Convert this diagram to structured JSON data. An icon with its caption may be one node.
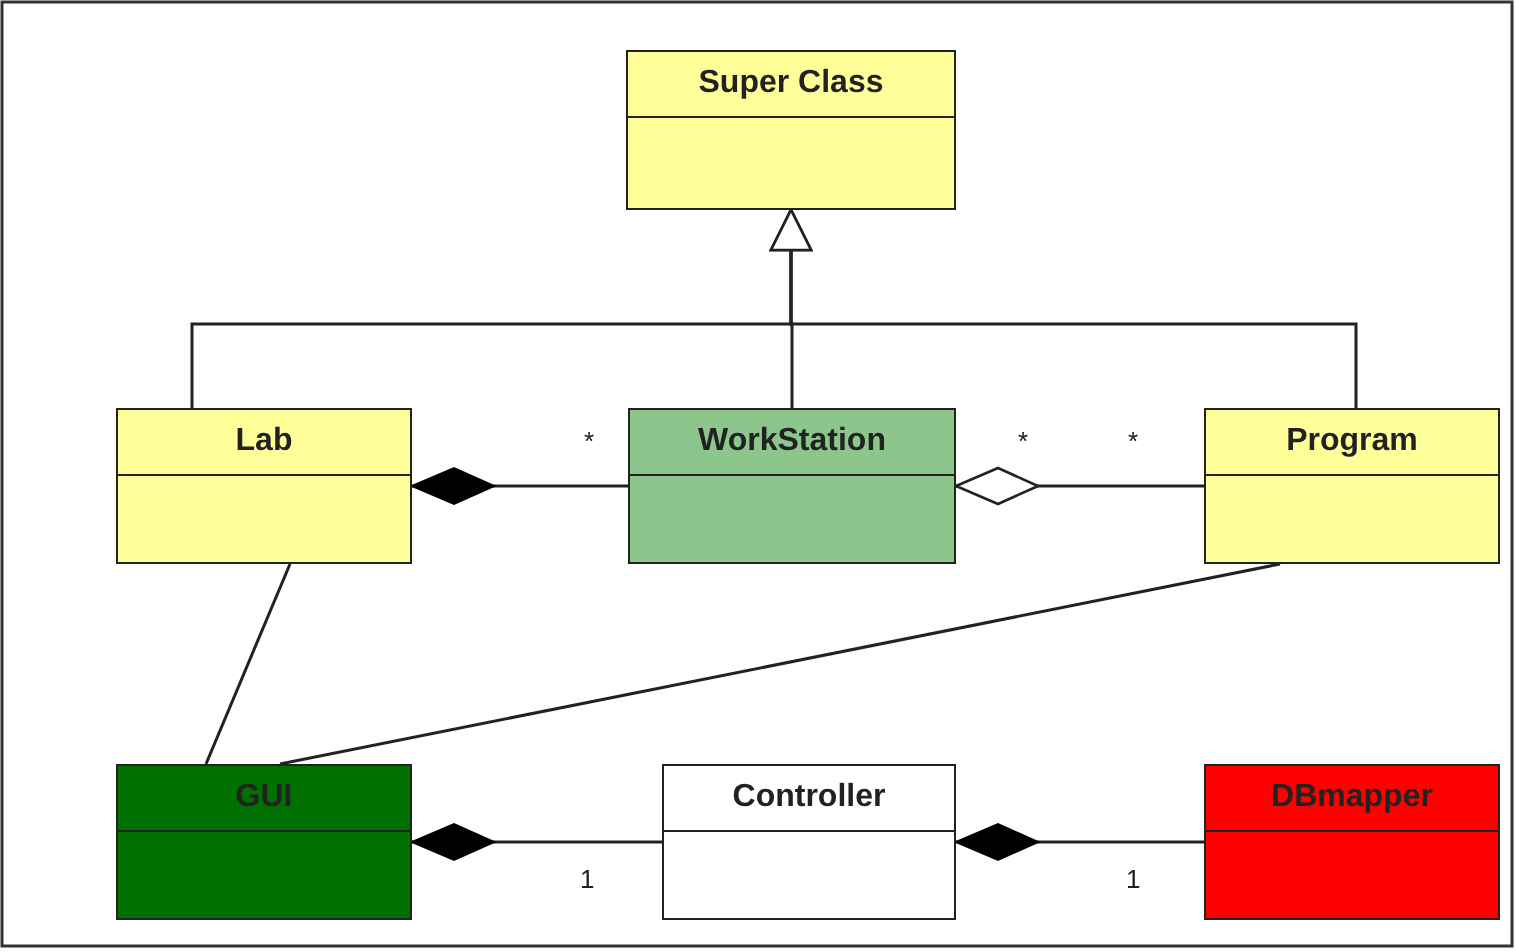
{
  "diagram": {
    "nodes": [
      {
        "text": [
          "Super Class"
        ]
      },
      {
        "text": [
          "Lab"
        ]
      },
      {
        "text": [
          "WorkStation"
        ]
      },
      {
        "text": [
          "Program"
        ]
      },
      {
        "text": [
          "GUI"
        ]
      },
      {
        "text": [
          "Controller"
        ]
      },
      {
        "text": [
          "DBmapper"
        ]
      }
    ],
    "edges": [
      {
        "from": 1,
        "to": 0,
        "arrow": "to"
      },
      {
        "from": 2,
        "to": 0,
        "arrow": "to"
      },
      {
        "from": 3,
        "to": 0,
        "arrow": "to"
      },
      {
        "from": 1,
        "to": 2,
        "arrow": "other"
      },
      {
        "from": 2,
        "to": 3,
        "arrow": "other"
      },
      {
        "from": 1,
        "to": 4,
        "arrow": "none"
      },
      {
        "from": 3,
        "to": 4,
        "arrow": "none"
      },
      {
        "from": 4,
        "to": 5,
        "arrow": "other"
      },
      {
        "from": 5,
        "to": 6,
        "arrow": "other"
      }
    ],
    "labels": [
      "*",
      "*",
      "*",
      "1",
      "1"
    ]
  }
}
